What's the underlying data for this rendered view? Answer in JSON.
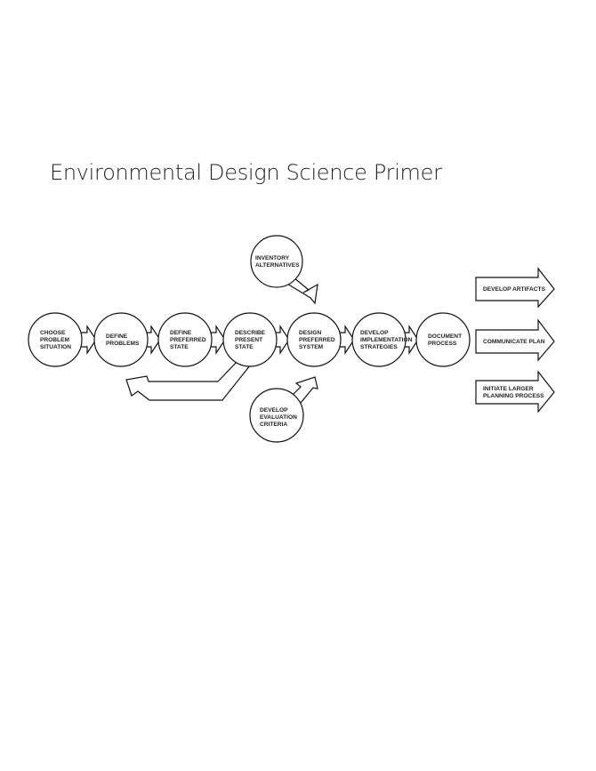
{
  "title": "Environmental Design Science Primer",
  "steps": [
    {
      "lines": [
        "CHOOSE",
        "PROBLEM",
        "SITUATION"
      ]
    },
    {
      "lines": [
        "DEFINE",
        "PROBLEMS"
      ]
    },
    {
      "lines": [
        "DEFINE",
        "PREFERRED",
        "STATE"
      ]
    },
    {
      "lines": [
        "DESCRIBE",
        "PRESENT",
        "STATE"
      ]
    },
    {
      "lines": [
        "DESIGN",
        "PREFERRED",
        "SYSTEM"
      ]
    },
    {
      "lines": [
        "DEVELOP",
        "IMPLEMENTATION",
        "STRATEGIES"
      ]
    },
    {
      "lines": [
        "DOCUMENT",
        "PROCESS"
      ]
    }
  ],
  "inputs": {
    "inventory": [
      "INVENTORY",
      "ALTERNATIVES"
    ],
    "evaluation": [
      "DEVELOP",
      "EVALUATION",
      "CRITERIA"
    ]
  },
  "outcomes": [
    {
      "lines": [
        "DEVELOP ARTIFACTS"
      ]
    },
    {
      "lines": [
        "COMMUNICATE PLAN"
      ]
    },
    {
      "lines": [
        "INITIATE LARGER",
        "PLANNING PROCESS"
      ]
    }
  ]
}
